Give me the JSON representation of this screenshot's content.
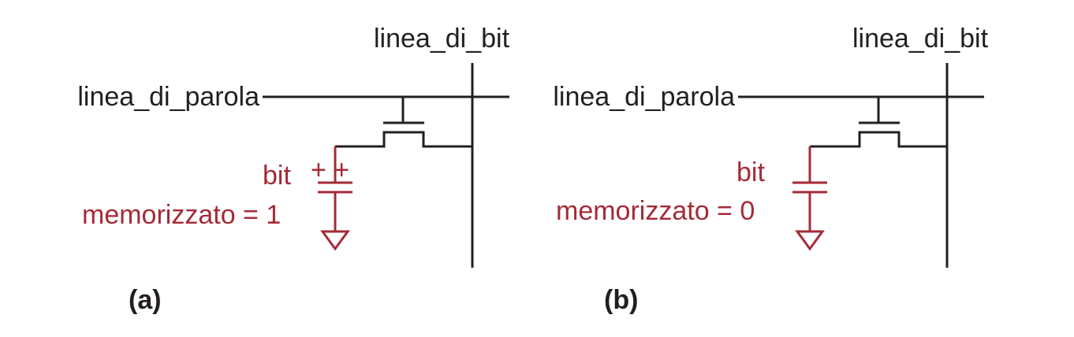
{
  "colors": {
    "wire": "#231f20",
    "capacitor": "#a52a37",
    "background": "#ffffff"
  },
  "panel_a": {
    "bit_line_label": "linea_di_bit",
    "word_line_label": "linea_di_parola",
    "bit_label": "bit",
    "charge_marks": "+ +",
    "stored_label": "memorizzato = 1",
    "panel_label": "(a)"
  },
  "panel_b": {
    "bit_line_label": "linea_di_bit",
    "word_line_label": "linea_di_parola",
    "bit_label": "bit",
    "stored_label": "memorizzato = 0",
    "panel_label": "(b)"
  }
}
